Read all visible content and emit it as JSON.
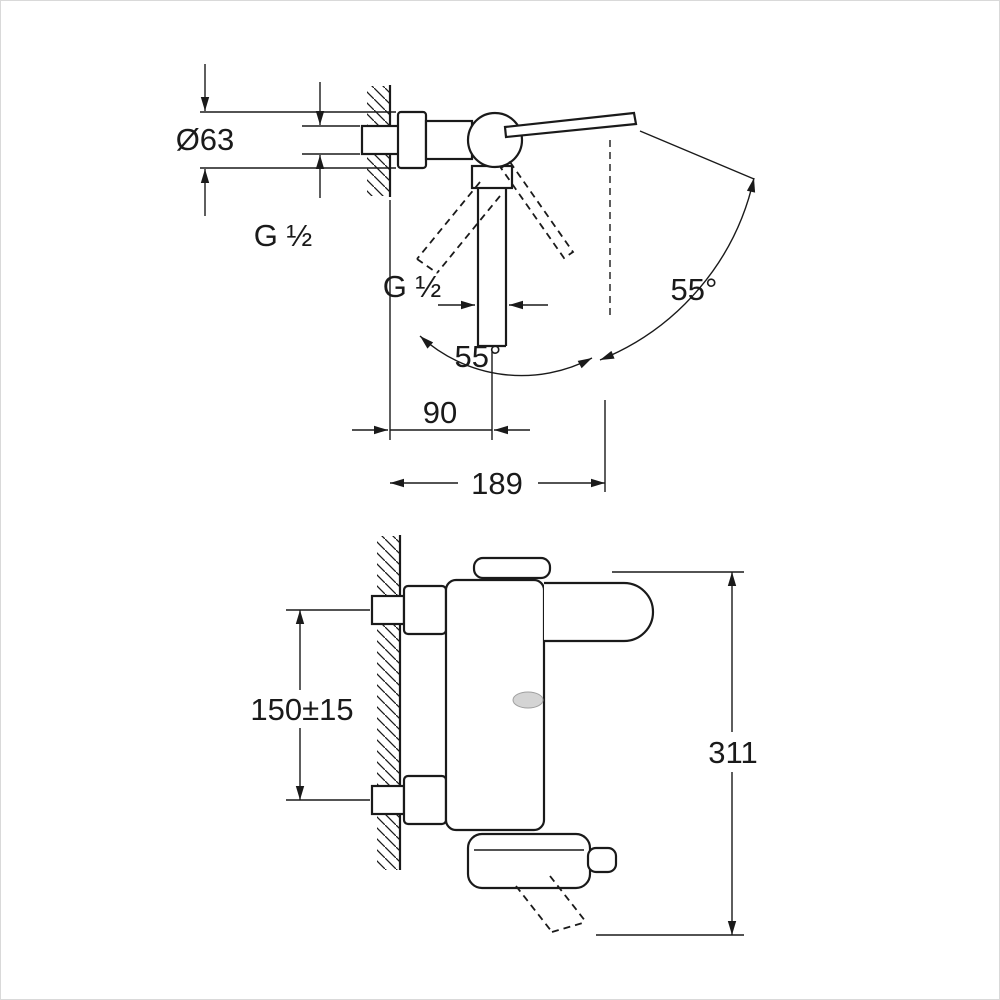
{
  "drawing": {
    "top_view": {
      "diameter_label": "Ø63",
      "wall_thread_label": "G ½",
      "spout_thread_label": "G ½",
      "handle_angle_label": "55°",
      "spout_angle_label": "55°",
      "offset_label": "90",
      "reach_label": "189"
    },
    "bottom_view": {
      "mount_spacing_label": "150±15",
      "height_label": "311"
    },
    "colors": {
      "line": "#1a1a1a",
      "background": "#ffffff"
    }
  }
}
